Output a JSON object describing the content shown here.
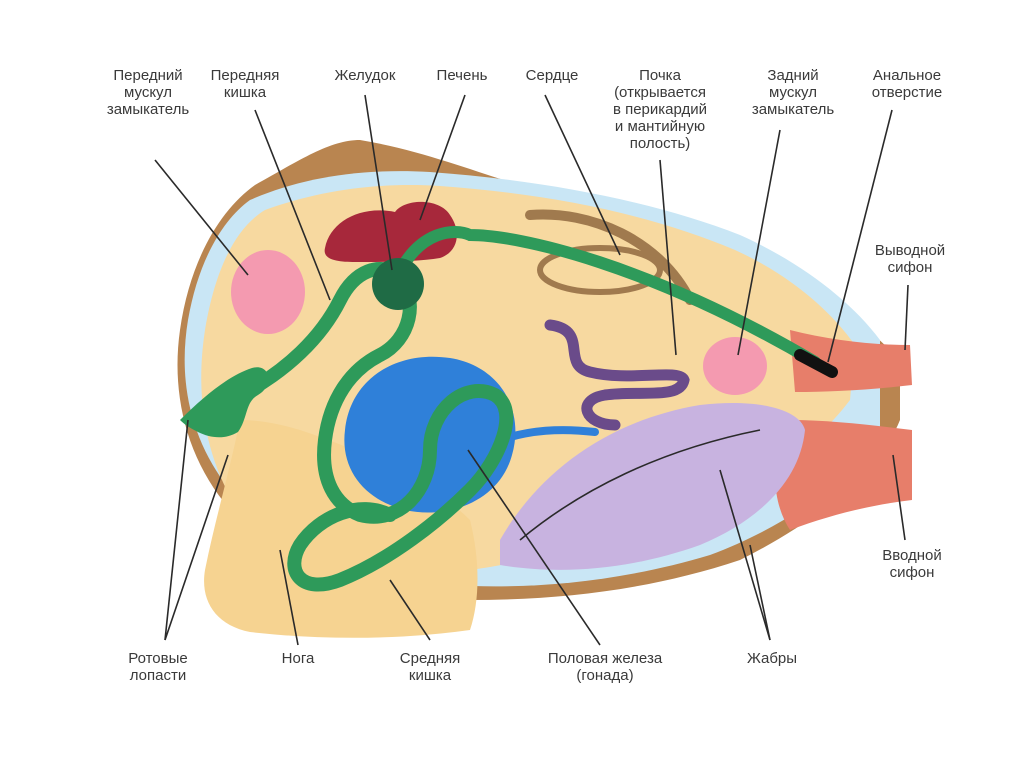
{
  "colors": {
    "body": "#f7d9a0",
    "body_edge": "#e0a870",
    "shell": "#b98550",
    "mantle": "#c9e6f5",
    "foot": "#f6d391",
    "muscle": "#f49ab0",
    "liver": "#a7283b",
    "gut": "#2e9a5a",
    "stomach": "#1f6b45",
    "gonad": "#2f80d9",
    "kidney": "#6a4b8a",
    "gills": "#c8b3e0",
    "siphon": "#e77e6a",
    "label": "#3a3a3a",
    "leader": "#2a2a2a"
  },
  "labels": {
    "anterior_adductor": [
      "Передний",
      "мускул",
      "замыкатель"
    ],
    "foregut": [
      "Передняя",
      "кишка"
    ],
    "stomach": [
      "Желудок"
    ],
    "liver": [
      "Печень"
    ],
    "heart": [
      "Сердце"
    ],
    "kidney": [
      "Почка",
      "(открывается",
      "в перикардий",
      "и мантийную",
      "полость)"
    ],
    "posterior_adductor": [
      "Задний",
      "мускул",
      "замыкатель"
    ],
    "anus": [
      "Анальное",
      "отверстие"
    ],
    "excurrent_siphon": [
      "Выводной",
      "сифон"
    ],
    "incurrent_siphon": [
      "Вводной",
      "сифон"
    ],
    "labial_palps": [
      "Ротовые",
      "лопасти"
    ],
    "foot": [
      "Нога"
    ],
    "midgut": [
      "Средняя",
      "кишка"
    ],
    "gonad": [
      "Половая железа",
      "(гонада)"
    ],
    "gills": [
      "Жабры"
    ]
  }
}
